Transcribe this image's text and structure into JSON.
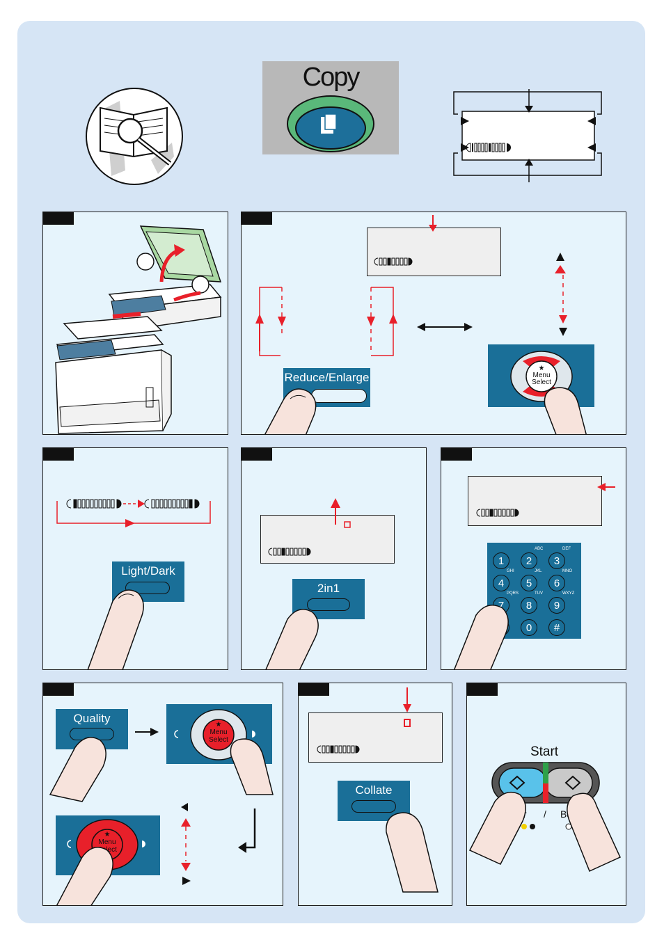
{
  "header": {
    "copy_key": {
      "label": "Copy",
      "colors": {
        "bg": "#b8b8b8",
        "ring": "#5ab87a",
        "button": "#1d6f9a"
      }
    },
    "manual_icon": "book-magnifier-icon",
    "display_icon": "lcd-display-icon"
  },
  "buttons": {
    "reduce_enlarge": "Reduce/Enlarge",
    "light_dark": "Light/Dark",
    "two_in_one": "2in1",
    "quality": "Quality",
    "collate": "Collate",
    "start": "Start"
  },
  "menu_select": {
    "line1": "Menu",
    "line2": "Select",
    "star": "★"
  },
  "keypad": {
    "keys": [
      "1",
      "2",
      "3",
      "4",
      "5",
      "6",
      "7",
      "8",
      "9",
      "*",
      "0",
      "#"
    ],
    "letters": [
      "",
      "ABC",
      "DEF",
      "GHI",
      "JKL",
      "MNO",
      "PQRS",
      "TUV",
      "WXYZ",
      "",
      "",
      ""
    ]
  },
  "start_panel": {
    "color_label": "lor",
    "separator": "/",
    "bw_label": "B&"
  },
  "colors": {
    "accent_red": "#e8202a",
    "button_blue": "#1a6f98",
    "panel_bg": "#e6f4fc",
    "sheet_bg": "#d6e5f5"
  }
}
